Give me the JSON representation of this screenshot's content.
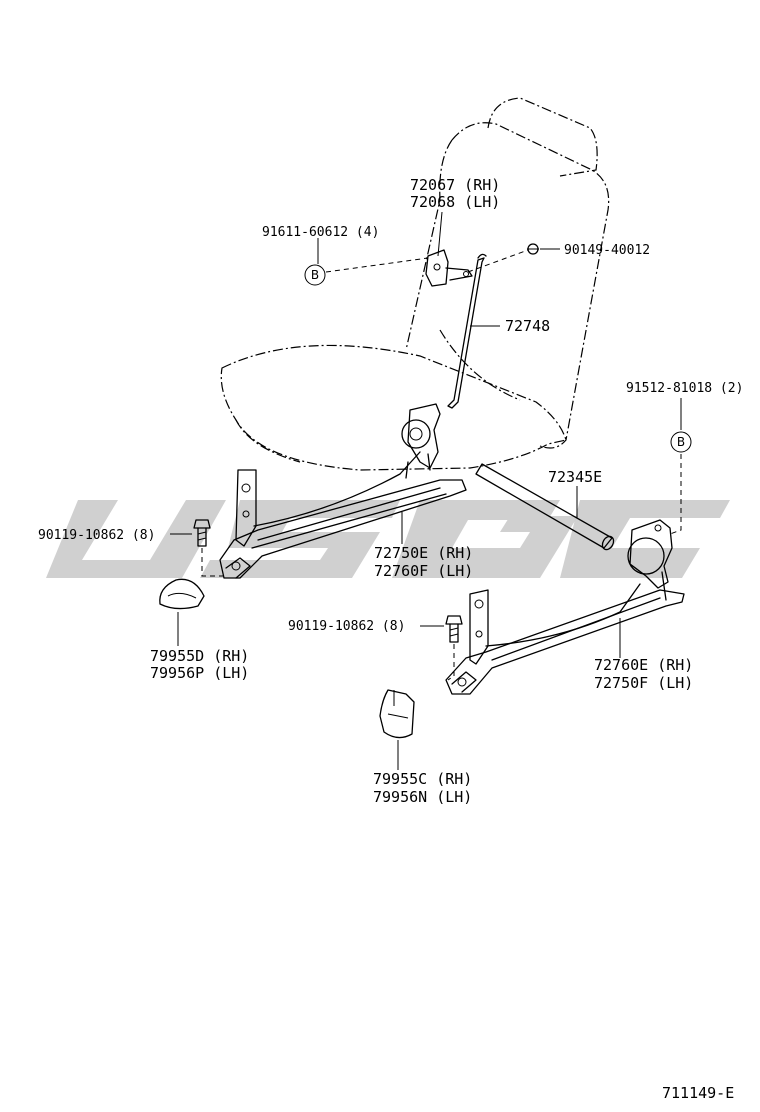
{
  "labels": {
    "bracket_rh": "72067 (RH)",
    "bracket_lh": "72068 (LH)",
    "bolt_91611": "91611-60612 (4)",
    "clip_90149": "90149-40012",
    "rod_72748": "72748",
    "bolt_91512": "91512-81018 (2)",
    "bar_72345": "72345E",
    "bolt_left": "90119-10862 (8)",
    "adjuster_left_rh": "72750E (RH)",
    "adjuster_left_lh": "72760F (LH)",
    "cover_d_rh": "79955D (RH)",
    "cover_d_lh": "79956P (LH)",
    "bolt_right": "90119-10862 (8)",
    "adjuster_right_rh": "72760E (RH)",
    "adjuster_right_lh": "72750F (LH)",
    "cover_c_rh": "79955C (RH)",
    "cover_c_lh": "79956N (LH)"
  },
  "callouts": {
    "b_left": "B",
    "b_right": "B"
  },
  "figure_id": "711149-E"
}
